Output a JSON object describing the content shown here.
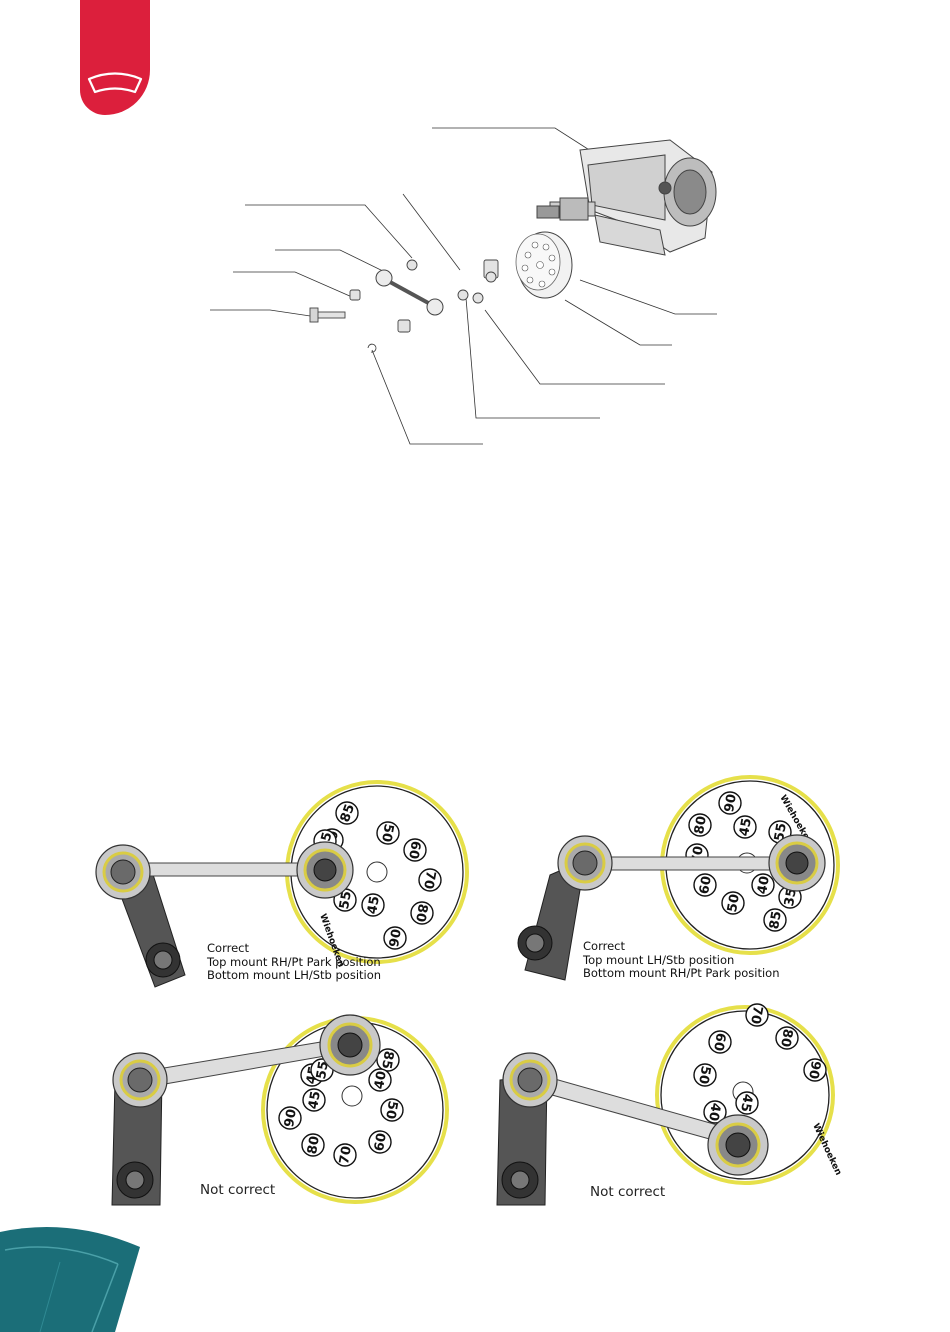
{
  "header": {
    "brand_color": "#dc1f3c",
    "icon": "wiper-windshield-icon"
  },
  "footer": {
    "accent_color": "#1b6e78",
    "icon": "teal-wiper-corner-icon"
  },
  "figures": [
    {
      "id": "top-left",
      "lines": [
        "Correct",
        "Top mount RH/Pt Park position",
        "Bottom mount LH/Stb position"
      ],
      "dial_numbers": [
        "85",
        "40",
        "50",
        "45",
        "60",
        "70",
        "55",
        "45",
        "80",
        "90"
      ]
    },
    {
      "id": "top-right",
      "lines": [
        "Correct",
        "Top mount LH/Stb position",
        "Bottom mount RH/Pt Park position"
      ],
      "dial_numbers": [
        "90",
        "45",
        "55",
        "80",
        "70",
        "40",
        "60",
        "50",
        "85",
        "35"
      ]
    },
    {
      "id": "bottom-left",
      "lines": [
        "Not correct"
      ],
      "dial_numbers": [
        "35",
        "45",
        "55",
        "85",
        "40",
        "45",
        "50",
        "90",
        "80",
        "70",
        "60"
      ]
    },
    {
      "id": "bottom-right",
      "lines": [
        "Not correct"
      ],
      "dial_numbers": [
        "70",
        "60",
        "80",
        "50",
        "45",
        "90",
        "40",
        "55"
      ]
    }
  ],
  "dial_brand": "Wiehoeken"
}
